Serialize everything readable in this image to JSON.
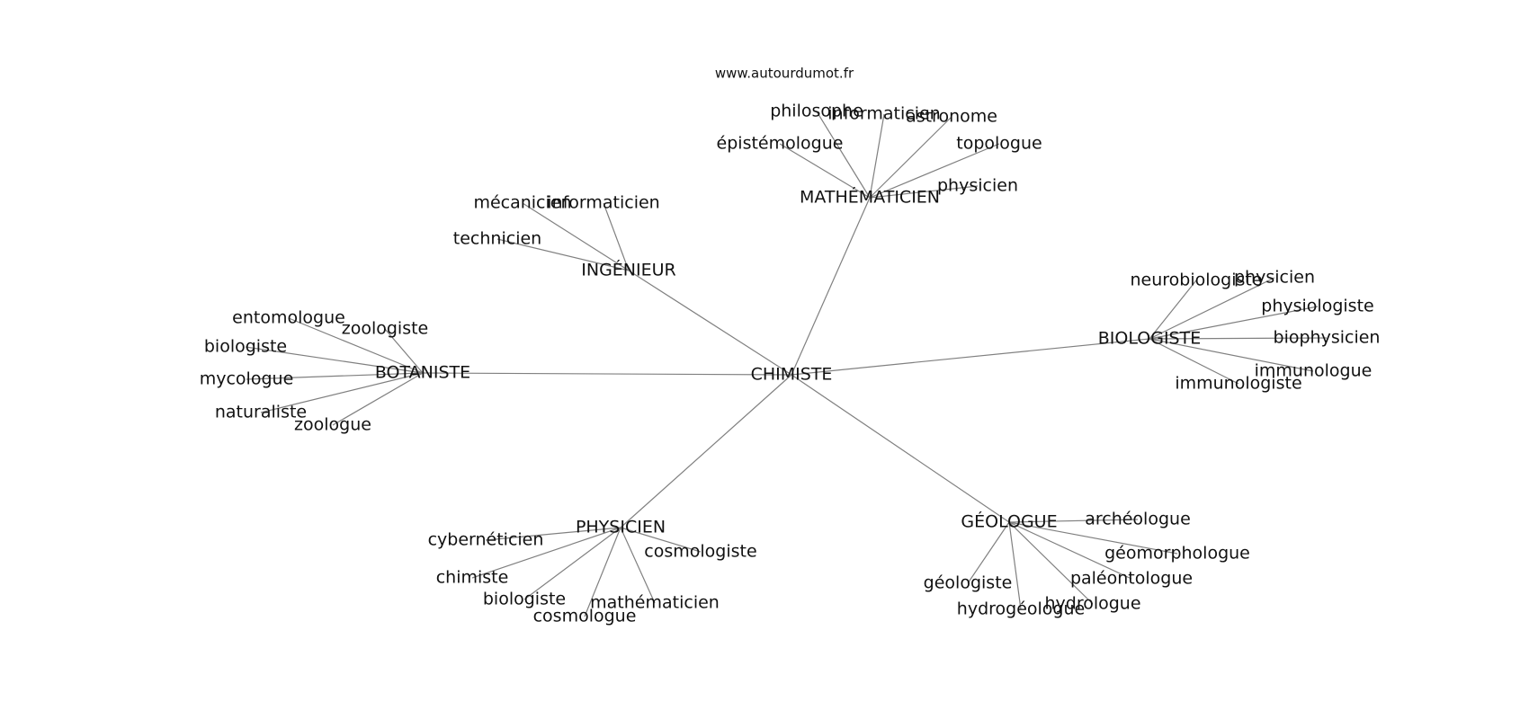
{
  "source": "www.autourdumot.fr",
  "colors": {
    "edge": "#808080",
    "text": "#111111",
    "background": "#ffffff"
  },
  "center": "CHIMISTE",
  "clusters": [
    {
      "hub": "MATHÉMATICIEN",
      "leaves": [
        "philosophe",
        "informaticien",
        "astronome",
        "épistémologue",
        "topologue",
        "physicien"
      ]
    },
    {
      "hub": "INGÉNIEUR",
      "leaves": [
        "mécanicien",
        "informaticien",
        "technicien"
      ]
    },
    {
      "hub": "BOTANISTE",
      "leaves": [
        "entomologue",
        "zoologiste",
        "biologiste",
        "mycologue",
        "naturaliste",
        "zoologue"
      ]
    },
    {
      "hub": "BIOLOGISTE",
      "leaves": [
        "neurobiologiste",
        "physicien",
        "physiologiste",
        "biophysicien",
        "immunologue",
        "immunologiste"
      ]
    },
    {
      "hub": "PHYSICIEN",
      "leaves": [
        "cybernéticien",
        "cosmologiste",
        "chimiste",
        "biologiste",
        "mathématicien",
        "cosmologue"
      ]
    },
    {
      "hub": "GÉOLOGUE",
      "leaves": [
        "archéologue",
        "géomorphologue",
        "géologiste",
        "paléontologue",
        "hydrologue",
        "hydrogéologue"
      ]
    }
  ]
}
